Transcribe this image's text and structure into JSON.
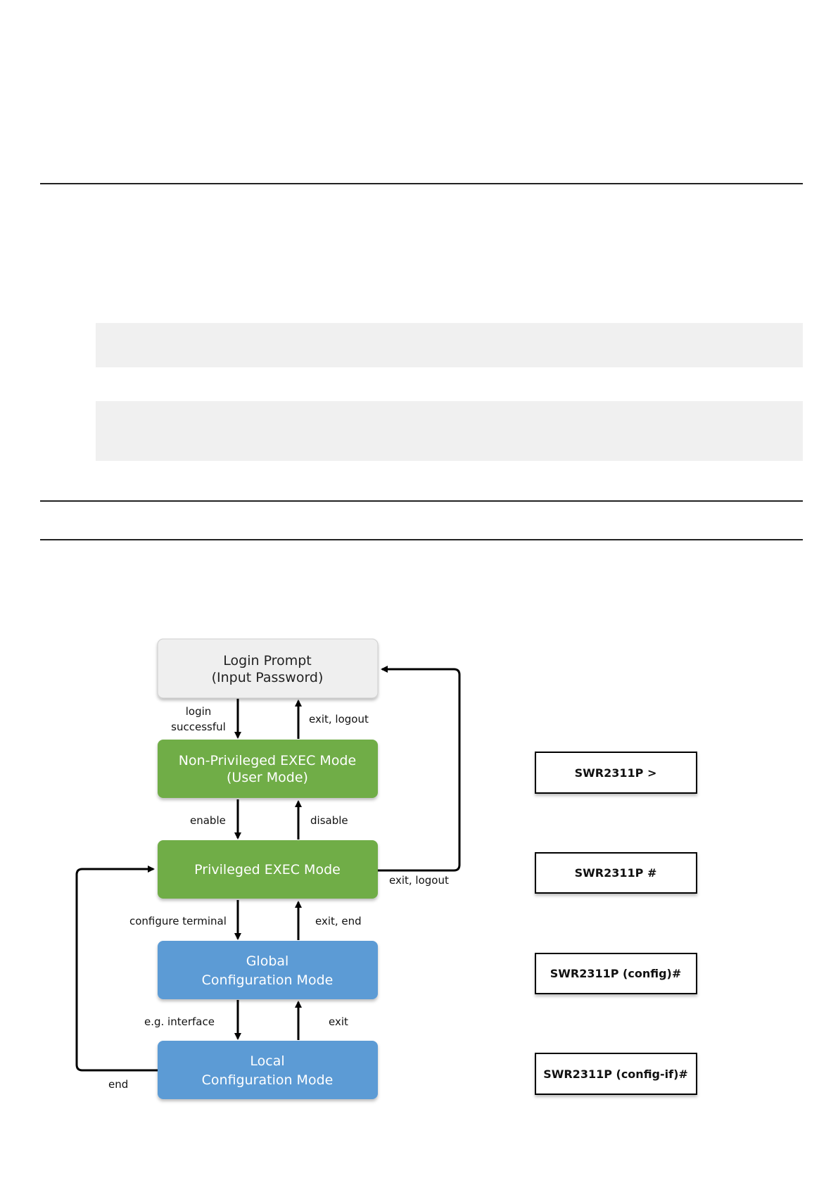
{
  "colors": {
    "login_fill": "#efefef",
    "green_fill": "#70ad47",
    "blue_fill": "#5b9bd5",
    "gray_block": "#f0f0f0",
    "rule": "#222222"
  },
  "modes": {
    "login": {
      "line1": "Login Prompt",
      "line2": "(Input Password)"
    },
    "user": {
      "line1": "Non-Privileged EXEC Mode",
      "line2": "(User Mode)"
    },
    "privileged": {
      "line1": "Privileged EXEC Mode"
    },
    "global": {
      "line1": "Global",
      "line2": "Configuration Mode"
    },
    "local": {
      "line1": "Local",
      "line2": "Configuration Mode"
    }
  },
  "transitions": {
    "login_successful_1": "login",
    "login_successful_2": "successful",
    "exit_logout_top": "exit, logout",
    "enable": "enable",
    "disable": "disable",
    "exit_logout_right": "exit, logout",
    "configure_terminal": "configure terminal",
    "exit_end": "exit, end",
    "eg_interface": "e.g. interface",
    "exit": "exit",
    "end": "end"
  },
  "prompts": {
    "user": "SWR2311P >",
    "privileged": "SWR2311P #",
    "config": "SWR2311P (config)#",
    "config_if": "SWR2311P (config-if)#"
  }
}
